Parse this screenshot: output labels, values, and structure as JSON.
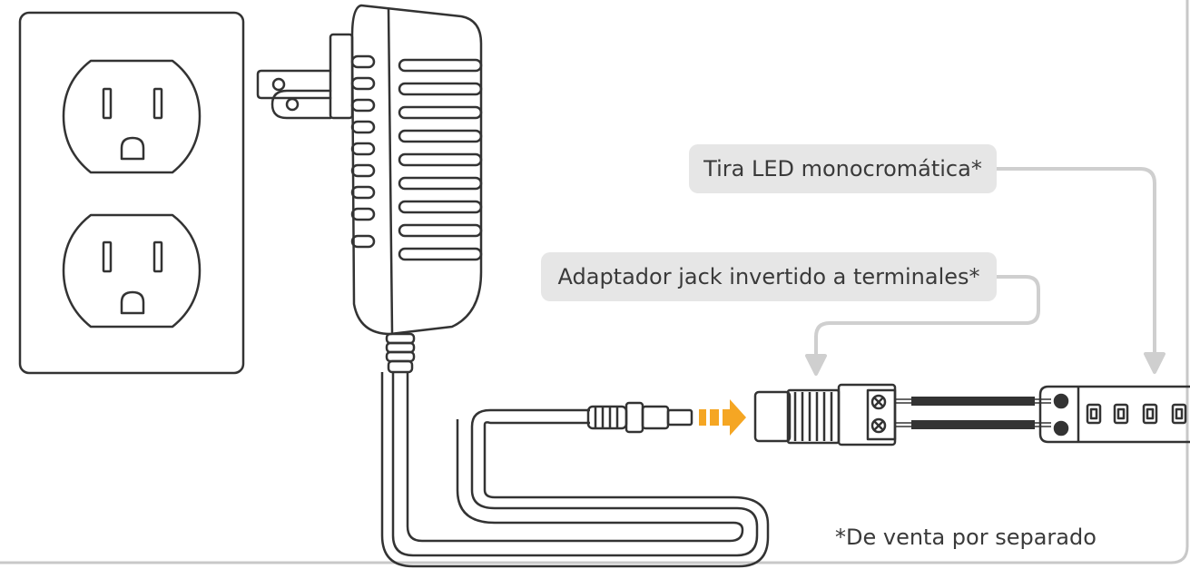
{
  "labels": {
    "led_strip": "Tira LED monocromática*",
    "adapter": "Adaptador jack invertido a terminales*",
    "footnote": "*De venta por separado"
  },
  "colors": {
    "line": "#333333",
    "callout_bg": "#e6e6e6",
    "leader": "#cfcfcf",
    "arrow": "#f5a623",
    "frame": "#c8c8c8"
  },
  "icons": [
    "wall-outlet-icon",
    "power-adapter-icon",
    "dc-plug-icon",
    "terminal-adapter-icon",
    "led-strip-icon",
    "insert-arrow-icon"
  ]
}
